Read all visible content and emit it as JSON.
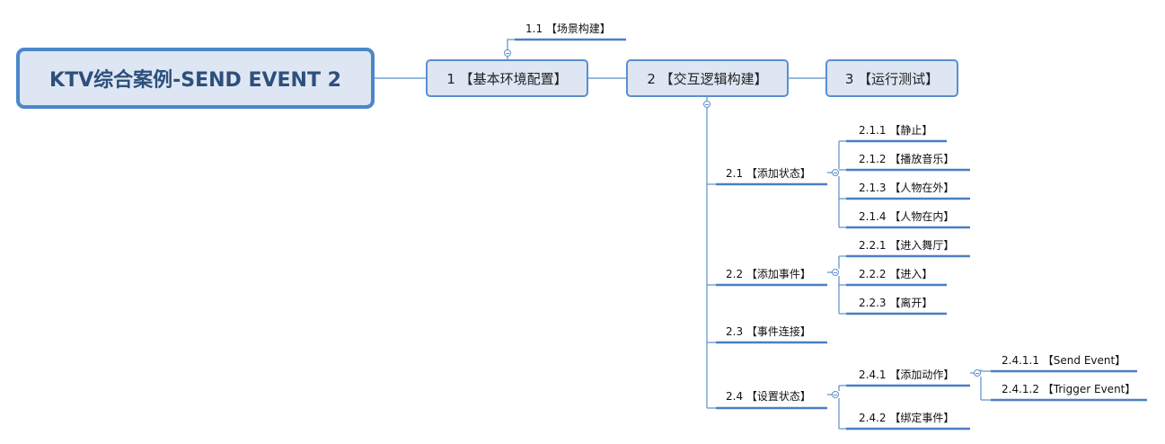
{
  "root": {
    "label": "KTV综合案例-SEND EVENT 2"
  },
  "branches": [
    {
      "id": "b1",
      "label": "1 【基本环境配置】"
    },
    {
      "id": "b2",
      "label": "2 【交互逻辑构建】"
    },
    {
      "id": "b3",
      "label": "3 【运行测试】"
    }
  ],
  "topics": [
    {
      "id": "t1_1",
      "label": "1.1 【场景构建】"
    },
    {
      "id": "t2_1",
      "label": "2.1 【添加状态】"
    },
    {
      "id": "t2_1_1",
      "label": "2.1.1 【静止】"
    },
    {
      "id": "t2_1_2",
      "label": "2.1.2 【播放音乐】"
    },
    {
      "id": "t2_1_3",
      "label": "2.1.3 【人物在外】"
    },
    {
      "id": "t2_1_4",
      "label": "2.1.4 【人物在内】"
    },
    {
      "id": "t2_2",
      "label": "2.2 【添加事件】"
    },
    {
      "id": "t2_2_1",
      "label": "2.2.1 【进入舞厅】"
    },
    {
      "id": "t2_2_2",
      "label": "2.2.2 【进入】"
    },
    {
      "id": "t2_2_3",
      "label": "2.2.3 【离开】"
    },
    {
      "id": "t2_3",
      "label": "2.3 【事件连接】"
    },
    {
      "id": "t2_4",
      "label": "2.4 【设置状态】"
    },
    {
      "id": "t2_4_1",
      "label": "2.4.1 【添加动作】"
    },
    {
      "id": "t2_4_1_1",
      "label": "2.4.1.1 【Send Event】"
    },
    {
      "id": "t2_4_1_2",
      "label": "2.4.1.2 【Trigger Event】"
    },
    {
      "id": "t2_4_2",
      "label": "2.4.2 【绑定事件】"
    }
  ],
  "colors": {
    "line": "#5b8fcf",
    "underline": "#4b7fc2",
    "node_fill": "#dde6f2",
    "root_border": "#4b87c9",
    "root_text": "#2d4f7c"
  }
}
